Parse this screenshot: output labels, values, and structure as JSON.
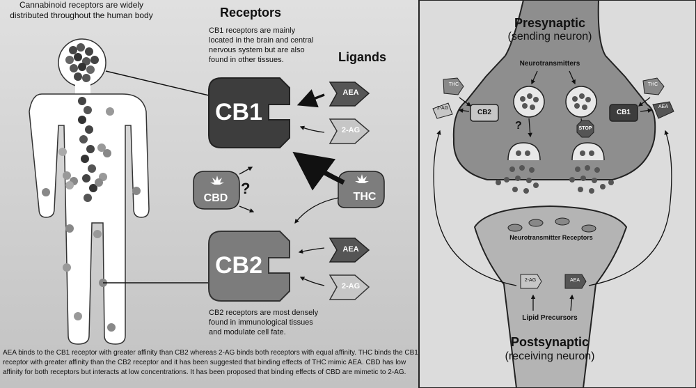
{
  "body_caption": "Cannabinoid receptors are widely distributed throughout the human body",
  "receptors": {
    "title": "Receptors",
    "cb1_text": "CB1 receptors are mainly located in the brain and central nervous system but are also found in other tissues.",
    "cb1_label": "CB1",
    "cb2_label": "CB2",
    "cb2_text": "CB2 receptors are most densely found in immunological tissues and modulate cell fate."
  },
  "ligands": {
    "title": "Ligands",
    "aea": "AEA",
    "two_ag": "2-AG",
    "thc": "THC",
    "cbd": "CBD",
    "unknown_mark": "?"
  },
  "footnote": "AEA binds to the CB1 receptor with greater affinity than CB2 whereas 2-AG binds both receptors with equal affinity. THC binds the CB1 receptor with greater affinity than the CB2 receptor and it has been suggested that binding effects of THC mimic AEA. CBD has low affinity for both receptors but interacts at low concentrations. It has been proposed that binding effects of CBD are mimetic to 2-AG.",
  "synapse": {
    "pre_title": "Presynaptic",
    "pre_sub": "(sending neuron)",
    "neurotransmitters": "Neurotransmitters",
    "nt_receptors": "Neurotransmitter Receptors",
    "lipid_precursors": "Lipid Precursors",
    "post_title": "Postsynaptic",
    "post_sub": "(receiving neuron)",
    "cb1": "CB1",
    "cb2": "CB2",
    "thc": "THC",
    "aea": "AEA",
    "two_ag": "2-AG",
    "stop": "STOP",
    "unknown_mark": "?"
  }
}
